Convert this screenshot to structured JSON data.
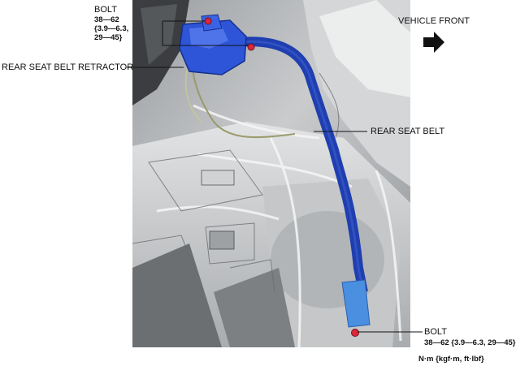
{
  "labels": {
    "bolt_top_title": "BOLT",
    "bolt_top_spec_line1": "38—62",
    "bolt_top_spec_line2": "{3.9—6.3,",
    "bolt_top_spec_line3": "29—45}",
    "retractor": "REAR SEAT BELT RETRACTOR",
    "vehicle_front": "VEHICLE FRONT",
    "rear_seat_belt": "REAR SEAT BELT",
    "bolt_bottom_title": "BOLT",
    "bolt_bottom_spec": "38—62 {3.9—6.3, 29—45}",
    "units": "N·m {kgf·m, ft·lbf}"
  },
  "colors": {
    "belt_blue": "#1f3fb0",
    "retractor_blue": "#2e55d8",
    "bolt_red": "#d8283a",
    "tag_light_blue": "#4a8fe0",
    "metal_gray": "#b9bcbf"
  },
  "icons": {
    "front_arrow": "arrow-right-icon"
  }
}
